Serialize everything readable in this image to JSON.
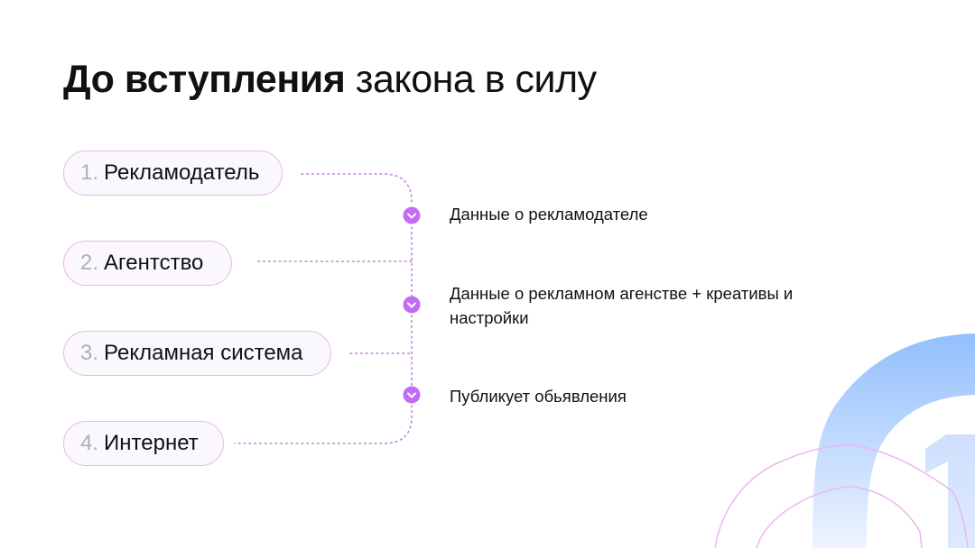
{
  "title": {
    "bold": "До вступления",
    "light": "закона в силу"
  },
  "participants": [
    {
      "num": "1.",
      "label": "Рекламодатель"
    },
    {
      "num": "2.",
      "label": "Агентство"
    },
    {
      "num": "3.",
      "label": "Рекламная система"
    },
    {
      "num": "4.",
      "label": "Интернет"
    }
  ],
  "flow_steps": [
    {
      "text": "Данные о рекламодателе"
    },
    {
      "text": "Данные о рекламном агенстве + креативы и настройки"
    },
    {
      "text": "Публикует обьявления"
    }
  ],
  "colors": {
    "accent": "#c26cf5",
    "pill_border": "#e6b8ea",
    "number_gray": "#a8b0bf",
    "deco_blue": "#9dc3ff"
  }
}
